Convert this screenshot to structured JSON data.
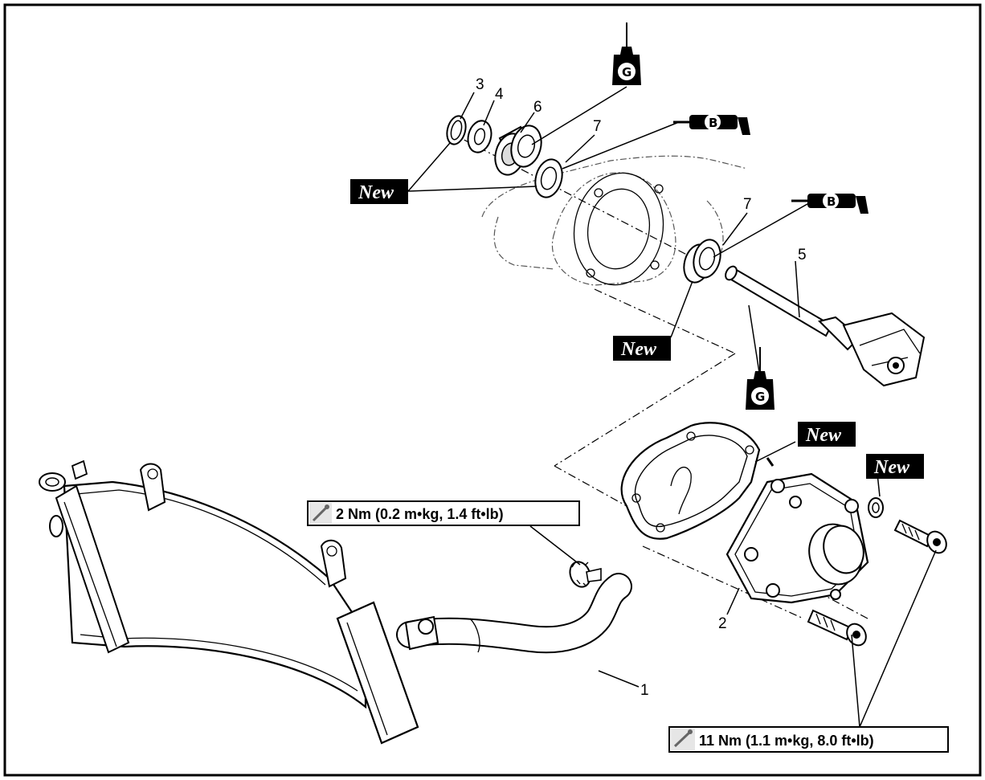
{
  "callouts": [
    {
      "id": "3",
      "text": "3"
    },
    {
      "id": "4",
      "text": "4"
    },
    {
      "id": "6",
      "text": "6"
    },
    {
      "id": "7a",
      "text": "7"
    },
    {
      "id": "7b",
      "text": "7"
    },
    {
      "id": "5",
      "text": "5"
    },
    {
      "id": "2",
      "text": "2"
    },
    {
      "id": "1",
      "text": "1"
    }
  ],
  "new_tags": [
    "New",
    "New",
    "New",
    "New"
  ],
  "lubricant_symbols": {
    "grease": "G",
    "bearing_oil": "B"
  },
  "torque_specs": {
    "hose_clamp": "2 Nm (0.2 m•kg, 1.4 ft•lb)",
    "cover_bolts": "11 Nm (1.1 m•kg, 8.0 ft•lb)"
  },
  "icons": [
    "torque-wrench-icon",
    "grease-tube-icon",
    "oil-can-icon"
  ]
}
